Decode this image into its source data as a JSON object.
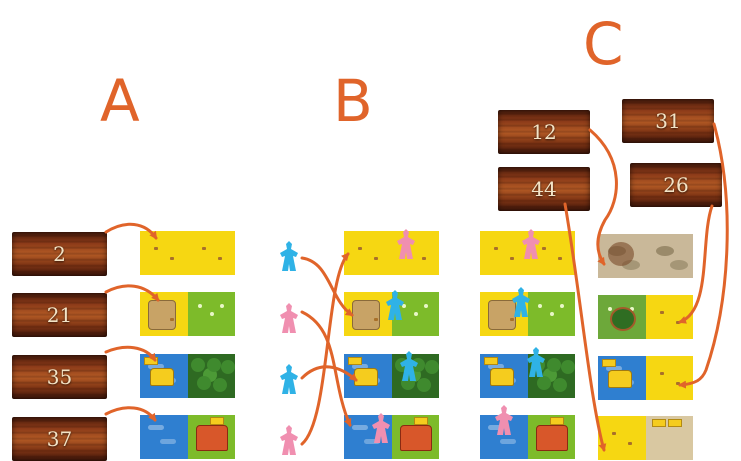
{
  "sections": {
    "a": "A",
    "b": "B",
    "c": "C"
  },
  "numbers": {
    "a1": "2",
    "a2": "21",
    "a3": "35",
    "a4": "37",
    "c_12": "12",
    "c_31": "31",
    "c_44": "44",
    "c_26": "26"
  },
  "colors": {
    "letter": "#e0642a",
    "arrow": "#e0642a",
    "king_blue": "#2fb2e6",
    "king_pink": "#f08fb0"
  },
  "tiles": {
    "row1": [
      "field",
      "field"
    ],
    "row2": [
      "field-windmill",
      "meadow"
    ],
    "row3": [
      "lake-crown",
      "forest"
    ],
    "row4": [
      "lake",
      "meadow-hut-crowns"
    ],
    "c_new1": [
      "swamp",
      "swamp"
    ],
    "c_new2": [
      "forest-hut",
      "field"
    ],
    "c_new3": [
      "lake-crown",
      "field"
    ],
    "c_new4": [
      "field",
      "castle-crowns"
    ]
  },
  "kings": {
    "b_left": [
      "blue",
      "pink",
      "blue",
      "pink"
    ],
    "b_on_tiles": [
      "pink",
      "blue",
      "blue",
      "pink"
    ],
    "c_on_tiles": [
      "pink",
      "blue",
      "blue",
      "pink"
    ]
  }
}
